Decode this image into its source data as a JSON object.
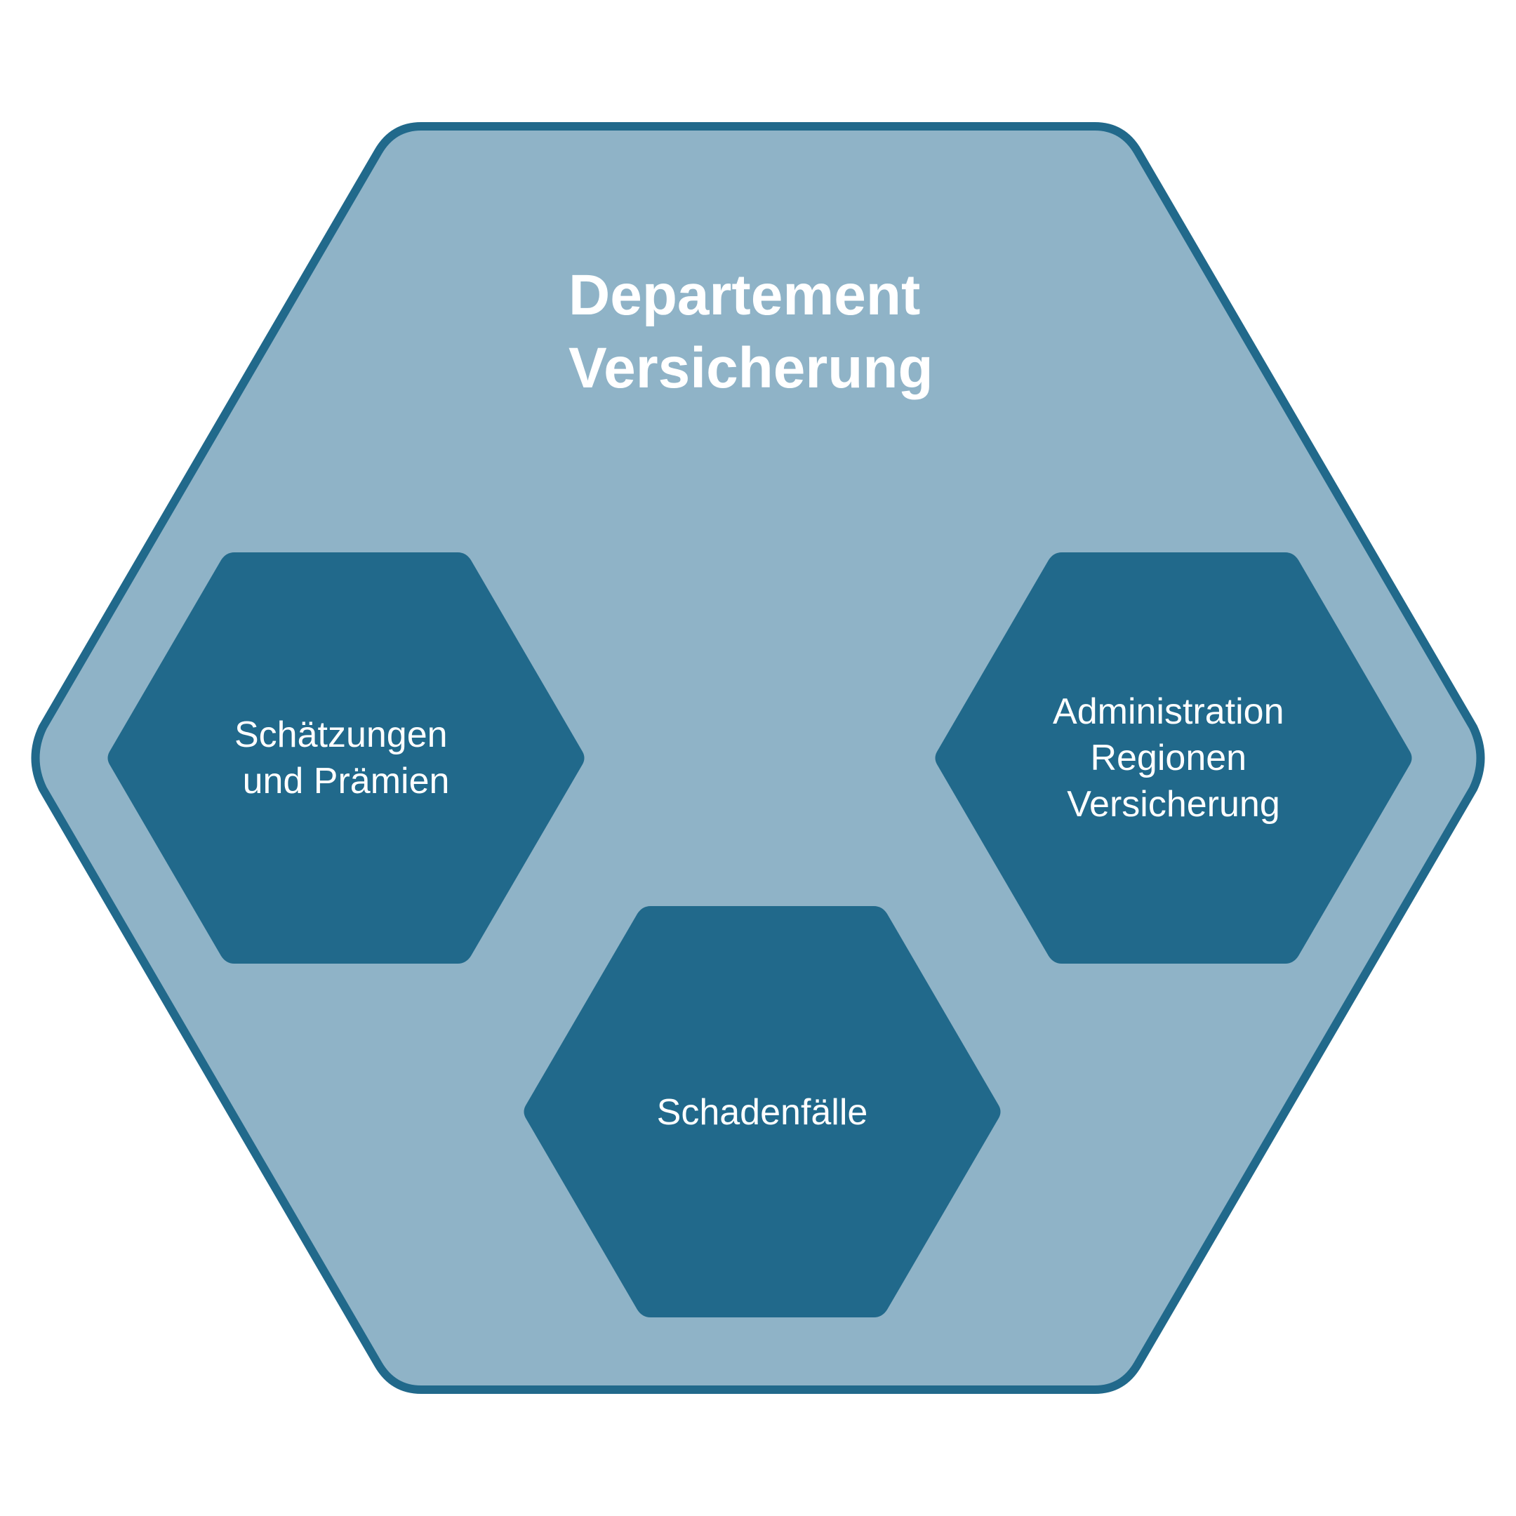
{
  "colors": {
    "background": "#ffffff",
    "outer_fill": "#8fb3c7",
    "outer_stroke": "#21698b",
    "inner_fill": "#21698b",
    "text": "#ffffff"
  },
  "department": {
    "title_lines": [
      "Departement",
      "Versicherung"
    ]
  },
  "units": [
    {
      "id": "estimates",
      "lines": [
        "Schätzungen",
        "und Prämien"
      ]
    },
    {
      "id": "claims",
      "lines": [
        "Schadenfälle"
      ]
    },
    {
      "id": "regional-admin",
      "lines": [
        "Administration",
        "Regionen",
        "Versicherung"
      ]
    }
  ]
}
